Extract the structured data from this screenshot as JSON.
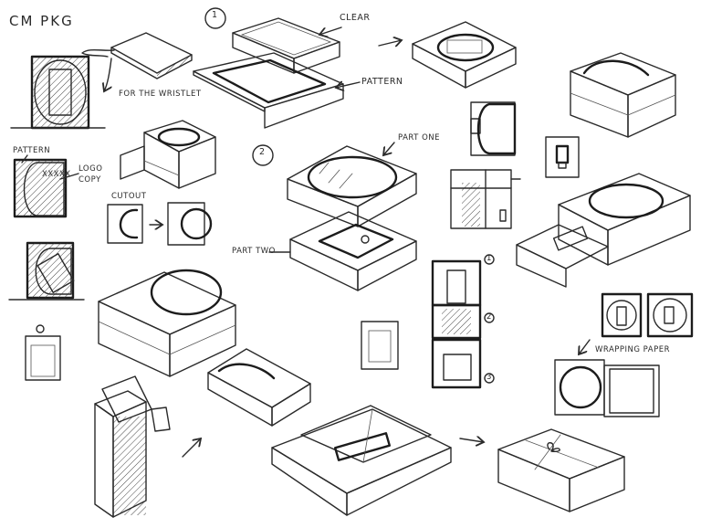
{
  "sketch": {
    "title": "CM PKG",
    "labels": {
      "clear": "CLEAR",
      "pattern_top": "PATTERN",
      "for_the_wristlet": "FOR THE WRISTLET",
      "pattern_left": "PATTERN",
      "logo": "LOGO",
      "copy": "COPY",
      "xxxxx": "XXXXX",
      "cutout": "CUTOUT",
      "part_one": "PART ONE",
      "part_two": "PART TWO",
      "wrapping_paper": "WRAPPING PAPER"
    },
    "numbers": {
      "step1": "1",
      "step2": "2",
      "seq1": "1",
      "seq2": "2",
      "seq3": "3"
    }
  },
  "colors": {
    "ink": "#2a2a2a",
    "paper": "#ffffff"
  }
}
